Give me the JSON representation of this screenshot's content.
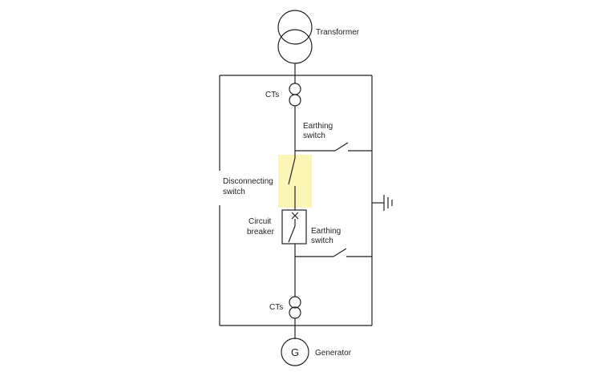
{
  "labels": {
    "transformer": "Transformer",
    "cts_top": "CTs",
    "earthing_switch_top_line1": "Earthing",
    "earthing_switch_top_line2": "switch",
    "disconnecting_switch_line1": "Disconnecting",
    "disconnecting_switch_line2": "switch",
    "circuit_breaker_line1": "Circuit",
    "circuit_breaker_line2": "breaker",
    "earthing_switch_bottom_line1": "Earthing",
    "earthing_switch_bottom_line2": "switch",
    "cts_bottom": "CTs",
    "generator_symbol": "G",
    "generator": "Generator"
  },
  "colors": {
    "highlight": "#fbf5b6",
    "line": "#222222"
  }
}
